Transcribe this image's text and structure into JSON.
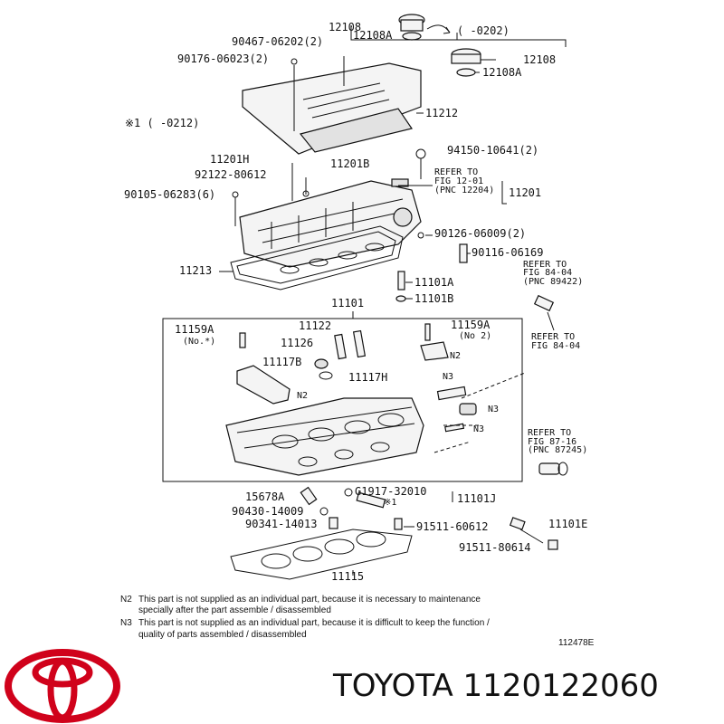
{
  "diagram": {
    "labels": {
      "p12108": "12108",
      "p12108A": "12108A",
      "sup_range": "(     -0202)",
      "p12108b": "12108",
      "p12108Ab": "12108A",
      "p90467": "90467-06202(2)",
      "p90176": "90176-06023(2)",
      "p11212": "11212",
      "note_top": "※1 (     -0212)",
      "p11201H": "11201H",
      "p92122": "92122-80612",
      "p11201B": "11201B",
      "p90105": "90105-06283(6)",
      "p94150": "94150-10641(2)",
      "refer1a": "REFER TO",
      "refer1b": "FIG 12-01",
      "refer1c": "(PNC 12204)",
      "p11201": "11201",
      "p90126": "90126-06009(2)",
      "p90116": "90116-06169",
      "refer2a": "REFER TO",
      "refer2b": "FIG 84-04",
      "refer2c": "(PNC 89422)",
      "p11213": "11213",
      "p11101A": "11101A",
      "p11101B": "11101B",
      "p11101": "11101",
      "p11159A": "11159A",
      "no1": "(No.*)",
      "p11122": "11122",
      "p11159Ab": "11159A",
      "no2": "(No 2)",
      "p11126": "11126",
      "n2a": "N2",
      "p11117B": "11117B",
      "p11117H": "11117H",
      "refer3a": "REFER TO",
      "refer3b": "FIG 84-04",
      "n3a": "N3",
      "n2b": "N2",
      "n3b": "N3",
      "n3c": "N3",
      "refer4a": "REFER TO",
      "refer4b": "FIG 87-16",
      "refer4c": "(PNC 87245)",
      "p15678A": "15678A",
      "pG1917": "G1917-32010",
      "note_mid": "※1",
      "p11101J": "11101J",
      "p90430": "90430-14009",
      "p90341": "90341-14013",
      "p91511a": "91511-60612",
      "p11101E": "11101E",
      "p91511b": "91511-80614",
      "p11115": "11115"
    },
    "notes": [
      {
        "key": "N2",
        "line1": "This part is not supplied as an individual part, because it is necessary to maintenance",
        "line2": "specially after the part assemble / disassembled"
      },
      {
        "key": "N3",
        "line1": "This part is not supplied as an individual part, because it is difficult to keep the function /",
        "line2": "quality of parts assembled / disassembled"
      }
    ],
    "figure_id": "112478E"
  },
  "brand": {
    "name": "TOYOTA",
    "part_number": "1120122060",
    "logo_color": "#d0021b"
  }
}
